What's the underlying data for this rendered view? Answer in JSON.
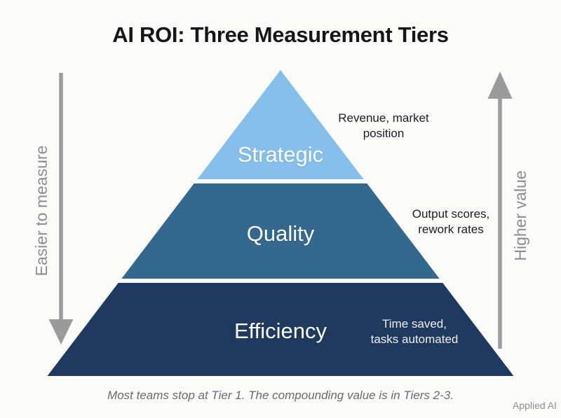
{
  "title": "AI ROI: Three Measurement Tiers",
  "colors": {
    "background": "#fbfbf9",
    "strategic": "#87bfec",
    "quality": "#35688e",
    "efficiency": "#1f3a5e",
    "arrow": "#9b9b9b"
  },
  "axes": {
    "left_label": "Easier to measure",
    "right_label": "Higher value"
  },
  "tiers": [
    {
      "label": "Strategic",
      "annotation_lines": [
        "Revenue, market",
        "position"
      ]
    },
    {
      "label": "Quality",
      "annotation_lines": [
        "Output scores,",
        "rework rates"
      ]
    },
    {
      "label": "Efficiency",
      "annotation_lines": [
        "Time saved,",
        "tasks automated"
      ]
    }
  ],
  "footer": "Most teams stop at Tier 1. The compounding value is in Tiers 2-3.",
  "watermark": "Applied AI"
}
